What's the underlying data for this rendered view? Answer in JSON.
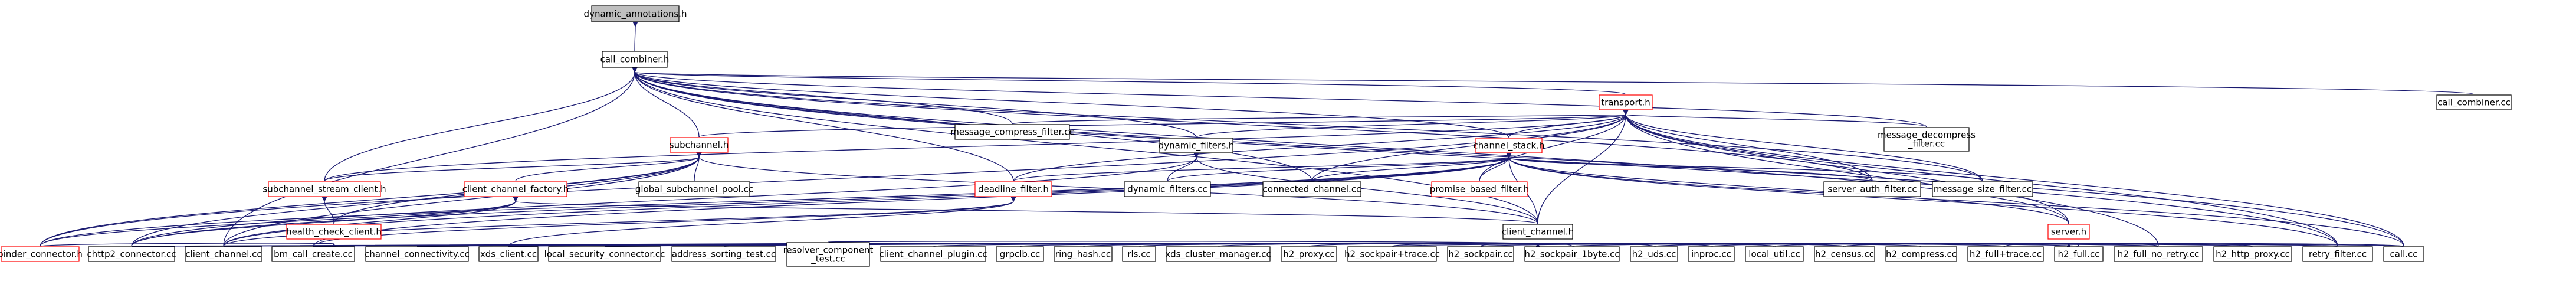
{
  "colors": {
    "root_fill": "#bfbfbf",
    "node_border": "#000000",
    "link_border": "#ff0000",
    "link_text": "#ff0000",
    "edge": "#191970"
  },
  "nodes": {
    "dynamic_annotations_h": {
      "label": "dynamic_annotations.h",
      "root": true
    },
    "call_combiner_h": {
      "label": "call_combiner.h"
    },
    "call_combiner_cc": {
      "label": "call_combiner.cc"
    },
    "transport_h": {
      "label": "transport.h",
      "red": true
    },
    "message_compress_filter_cc": {
      "label": "message_compress_filter.cc"
    },
    "message_decompress_filter_cc": {
      "label": [
        "message_decompress",
        "_filter.cc"
      ]
    },
    "subchannel_h": {
      "label": "subchannel.h",
      "red": true
    },
    "dynamic_filters_h": {
      "label": "dynamic_filters.h"
    },
    "channel_stack_h": {
      "label": "channel_stack.h",
      "red": true
    },
    "subchannel_stream_client_h": {
      "label": "subchannel_stream_client.h",
      "red": true
    },
    "client_channel_factory_h": {
      "label": "client_channel_factory.h",
      "red": true
    },
    "global_subchannel_pool_cc": {
      "label": "global_subchannel_pool.cc"
    },
    "deadline_filter_h": {
      "label": "deadline_filter.h",
      "red": true
    },
    "dynamic_filters_cc": {
      "label": "dynamic_filters.cc"
    },
    "connected_channel_cc": {
      "label": "connected_channel.cc"
    },
    "promise_based_filter_h": {
      "label": "promise_based_filter.h",
      "red": true
    },
    "server_auth_filter_cc": {
      "label": "server_auth_filter.cc"
    },
    "message_size_filter_cc": {
      "label": "message_size_filter.cc"
    },
    "health_check_client_h": {
      "label": "health_check_client.h",
      "red": true
    },
    "client_channel_h": {
      "label": "client_channel.h"
    },
    "server_h": {
      "label": "server.h",
      "red": true
    },
    "binder_connector_h": {
      "label": "binder_connector.h",
      "red": true
    },
    "chttp2_connector_cc": {
      "label": "chttp2_connector.cc"
    },
    "client_channel_cc": {
      "label": "client_channel.cc"
    },
    "bm_call_create_cc": {
      "label": "bm_call_create.cc"
    },
    "channel_connectivity_cc": {
      "label": "channel_connectivity.cc"
    },
    "xds_client_cc": {
      "label": "xds_client.cc"
    },
    "local_security_connector_cc": {
      "label": "local_security_connector.cc"
    },
    "address_sorting_test_cc": {
      "label": "address_sorting_test.cc"
    },
    "resolver_component_test_cc": {
      "label": [
        "resolver_component",
        "_test.cc"
      ]
    },
    "client_channel_plugin_cc": {
      "label": "client_channel_plugin.cc"
    },
    "grpclb_cc": {
      "label": "grpclb.cc"
    },
    "ring_hash_cc": {
      "label": "ring_hash.cc"
    },
    "rls_cc": {
      "label": "rls.cc"
    },
    "xds_cluster_manager_cc": {
      "label": "xds_cluster_manager.cc"
    },
    "h2_proxy_cc": {
      "label": "h2_proxy.cc"
    },
    "h2_sockpair_trace_cc": {
      "label": "h2_sockpair+trace.cc"
    },
    "h2_sockpair_cc": {
      "label": "h2_sockpair.cc"
    },
    "h2_sockpair_1byte_cc": {
      "label": "h2_sockpair_1byte.cc"
    },
    "h2_uds_cc": {
      "label": "h2_uds.cc"
    },
    "inproc_cc": {
      "label": "inproc.cc"
    },
    "local_util_cc": {
      "label": "local_util.cc"
    },
    "h2_census_cc": {
      "label": "h2_census.cc"
    },
    "h2_compress_cc": {
      "label": "h2_compress.cc"
    },
    "h2_full_trace_cc": {
      "label": "h2_full+trace.cc"
    },
    "h2_full_cc": {
      "label": "h2_full.cc"
    },
    "h2_full_no_retry_cc": {
      "label": "h2_full_no_retry.cc"
    },
    "h2_http_proxy_cc": {
      "label": "h2_http_proxy.cc"
    },
    "retry_filter_cc": {
      "label": "retry_filter.cc"
    },
    "call_cc": {
      "label": "call.cc"
    }
  },
  "edges": [
    [
      "dynamic_annotations_h",
      "call_combiner_h"
    ],
    [
      "call_combiner_h",
      "call_combiner_cc"
    ],
    [
      "call_combiner_h",
      "transport_h"
    ],
    [
      "call_combiner_h",
      "message_decompress_filter_cc"
    ],
    [
      "call_combiner_h",
      "subchannel_h"
    ],
    [
      "call_combiner_h",
      "dynamic_filters_h"
    ],
    [
      "call_combiner_h",
      "channel_stack_h"
    ],
    [
      "call_combiner_h",
      "message_compress_filter_cc"
    ],
    [
      "call_combiner_h",
      "deadline_filter_h"
    ],
    [
      "call_combiner_h",
      "connected_channel_cc"
    ],
    [
      "call_combiner_h",
      "server_auth_filter_cc"
    ],
    [
      "call_combiner_h",
      "message_size_filter_cc"
    ],
    [
      "call_combiner_h",
      "subchannel_stream_client_h"
    ],
    [
      "call_combiner_h",
      "client_channel_h"
    ],
    [
      "call_combiner_h",
      "server_h"
    ],
    [
      "call_combiner_h",
      "client_channel_cc"
    ],
    [
      "call_combiner_h",
      "retry_filter_cc"
    ],
    [
      "call_combiner_h",
      "call_cc"
    ],
    [
      "transport_h",
      "message_compress_filter_cc"
    ],
    [
      "transport_h",
      "message_decompress_filter_cc"
    ],
    [
      "transport_h",
      "subchannel_h"
    ],
    [
      "transport_h",
      "dynamic_filters_h"
    ],
    [
      "transport_h",
      "channel_stack_h"
    ],
    [
      "transport_h",
      "subchannel_stream_client_h"
    ],
    [
      "transport_h",
      "deadline_filter_h"
    ],
    [
      "transport_h",
      "connected_channel_cc"
    ],
    [
      "transport_h",
      "promise_based_filter_h"
    ],
    [
      "transport_h",
      "server_auth_filter_cc"
    ],
    [
      "transport_h",
      "message_size_filter_cc"
    ],
    [
      "transport_h",
      "server_h"
    ],
    [
      "transport_h",
      "client_channel_h"
    ],
    [
      "transport_h",
      "binder_connector_h"
    ],
    [
      "transport_h",
      "call_cc"
    ],
    [
      "transport_h",
      "retry_filter_cc"
    ],
    [
      "transport_h",
      "h2_full_no_retry_cc"
    ],
    [
      "subchannel_h",
      "subchannel_stream_client_h"
    ],
    [
      "subchannel_h",
      "client_channel_factory_h"
    ],
    [
      "subchannel_h",
      "global_subchannel_pool_cc"
    ],
    [
      "subchannel_h",
      "health_check_client_h"
    ],
    [
      "subchannel_h",
      "client_channel_h"
    ],
    [
      "subchannel_h",
      "binder_connector_h"
    ],
    [
      "subchannel_h",
      "chttp2_connector_cc"
    ],
    [
      "subchannel_h",
      "client_channel_cc"
    ],
    [
      "dynamic_filters_h",
      "dynamic_filters_cc"
    ],
    [
      "dynamic_filters_h",
      "client_channel_h"
    ],
    [
      "dynamic_filters_h",
      "chttp2_connector_cc"
    ],
    [
      "channel_stack_h",
      "deadline_filter_h"
    ],
    [
      "channel_stack_h",
      "dynamic_filters_cc"
    ],
    [
      "channel_stack_h",
      "connected_channel_cc"
    ],
    [
      "channel_stack_h",
      "promise_based_filter_h"
    ],
    [
      "channel_stack_h",
      "server_auth_filter_cc"
    ],
    [
      "channel_stack_h",
      "message_size_filter_cc"
    ],
    [
      "channel_stack_h",
      "client_channel_h"
    ],
    [
      "channel_stack_h",
      "server_h"
    ],
    [
      "channel_stack_h",
      "binder_connector_h"
    ],
    [
      "channel_stack_h",
      "chttp2_connector_cc"
    ],
    [
      "channel_stack_h",
      "client_channel_cc"
    ],
    [
      "channel_stack_h",
      "bm_call_create_cc"
    ],
    [
      "channel_stack_h",
      "retry_filter_cc"
    ],
    [
      "channel_stack_h",
      "call_cc"
    ],
    [
      "subchannel_stream_client_h",
      "health_check_client_h"
    ],
    [
      "client_channel_factory_h",
      "client_channel_h"
    ],
    [
      "client_channel_factory_h",
      "binder_connector_h"
    ],
    [
      "client_channel_factory_h",
      "chttp2_connector_cc"
    ],
    [
      "client_channel_factory_h",
      "client_channel_cc"
    ],
    [
      "deadline_filter_h",
      "client_channel_cc"
    ],
    [
      "deadline_filter_h",
      "bm_call_create_cc"
    ],
    [
      "deadline_filter_h",
      "xds_client_cc"
    ],
    [
      "health_check_client_h",
      "binder_connector_h"
    ],
    [
      "client_channel_h",
      "chttp2_connector_cc"
    ],
    [
      "client_channel_h",
      "client_channel_cc"
    ],
    [
      "client_channel_h",
      "bm_call_create_cc"
    ],
    [
      "client_channel_h",
      "channel_connectivity_cc"
    ],
    [
      "client_channel_h",
      "xds_client_cc"
    ],
    [
      "client_channel_h",
      "local_security_connector_cc"
    ],
    [
      "client_channel_h",
      "address_sorting_test_cc"
    ],
    [
      "client_channel_h",
      "resolver_component_test_cc"
    ],
    [
      "client_channel_h",
      "client_channel_plugin_cc"
    ],
    [
      "client_channel_h",
      "grpclb_cc"
    ],
    [
      "client_channel_h",
      "ring_hash_cc"
    ],
    [
      "client_channel_h",
      "rls_cc"
    ],
    [
      "client_channel_h",
      "xds_cluster_manager_cc"
    ],
    [
      "client_channel_h",
      "h2_proxy_cc"
    ],
    [
      "client_channel_h",
      "h2_sockpair_trace_cc"
    ],
    [
      "client_channel_h",
      "h2_sockpair_cc"
    ],
    [
      "client_channel_h",
      "h2_sockpair_1byte_cc"
    ],
    [
      "client_channel_h",
      "h2_uds_cc"
    ],
    [
      "client_channel_h",
      "inproc_cc"
    ],
    [
      "client_channel_h",
      "local_util_cc"
    ],
    [
      "client_channel_h",
      "h2_census_cc"
    ],
    [
      "client_channel_h",
      "h2_compress_cc"
    ],
    [
      "client_channel_h",
      "h2_full_trace_cc"
    ],
    [
      "client_channel_h",
      "h2_full_cc"
    ],
    [
      "client_channel_h",
      "h2_full_no_retry_cc"
    ],
    [
      "client_channel_h",
      "h2_http_proxy_cc"
    ],
    [
      "client_channel_h",
      "retry_filter_cc"
    ],
    [
      "client_channel_h",
      "call_cc"
    ],
    [
      "server_h",
      "chttp2_connector_cc"
    ],
    [
      "server_h",
      "h2_sockpair_trace_cc"
    ],
    [
      "server_h",
      "h2_sockpair_cc"
    ],
    [
      "server_h",
      "h2_sockpair_1byte_cc"
    ],
    [
      "server_h",
      "h2_uds_cc"
    ],
    [
      "server_h",
      "inproc_cc"
    ],
    [
      "server_h",
      "local_util_cc"
    ],
    [
      "server_h",
      "h2_census_cc"
    ],
    [
      "server_h",
      "h2_full_trace_cc"
    ],
    [
      "server_h",
      "h2_full_cc"
    ],
    [
      "server_h",
      "h2_full_no_retry_cc"
    ],
    [
      "server_h",
      "h2_http_proxy_cc"
    ],
    [
      "server_h",
      "call_cc"
    ]
  ]
}
